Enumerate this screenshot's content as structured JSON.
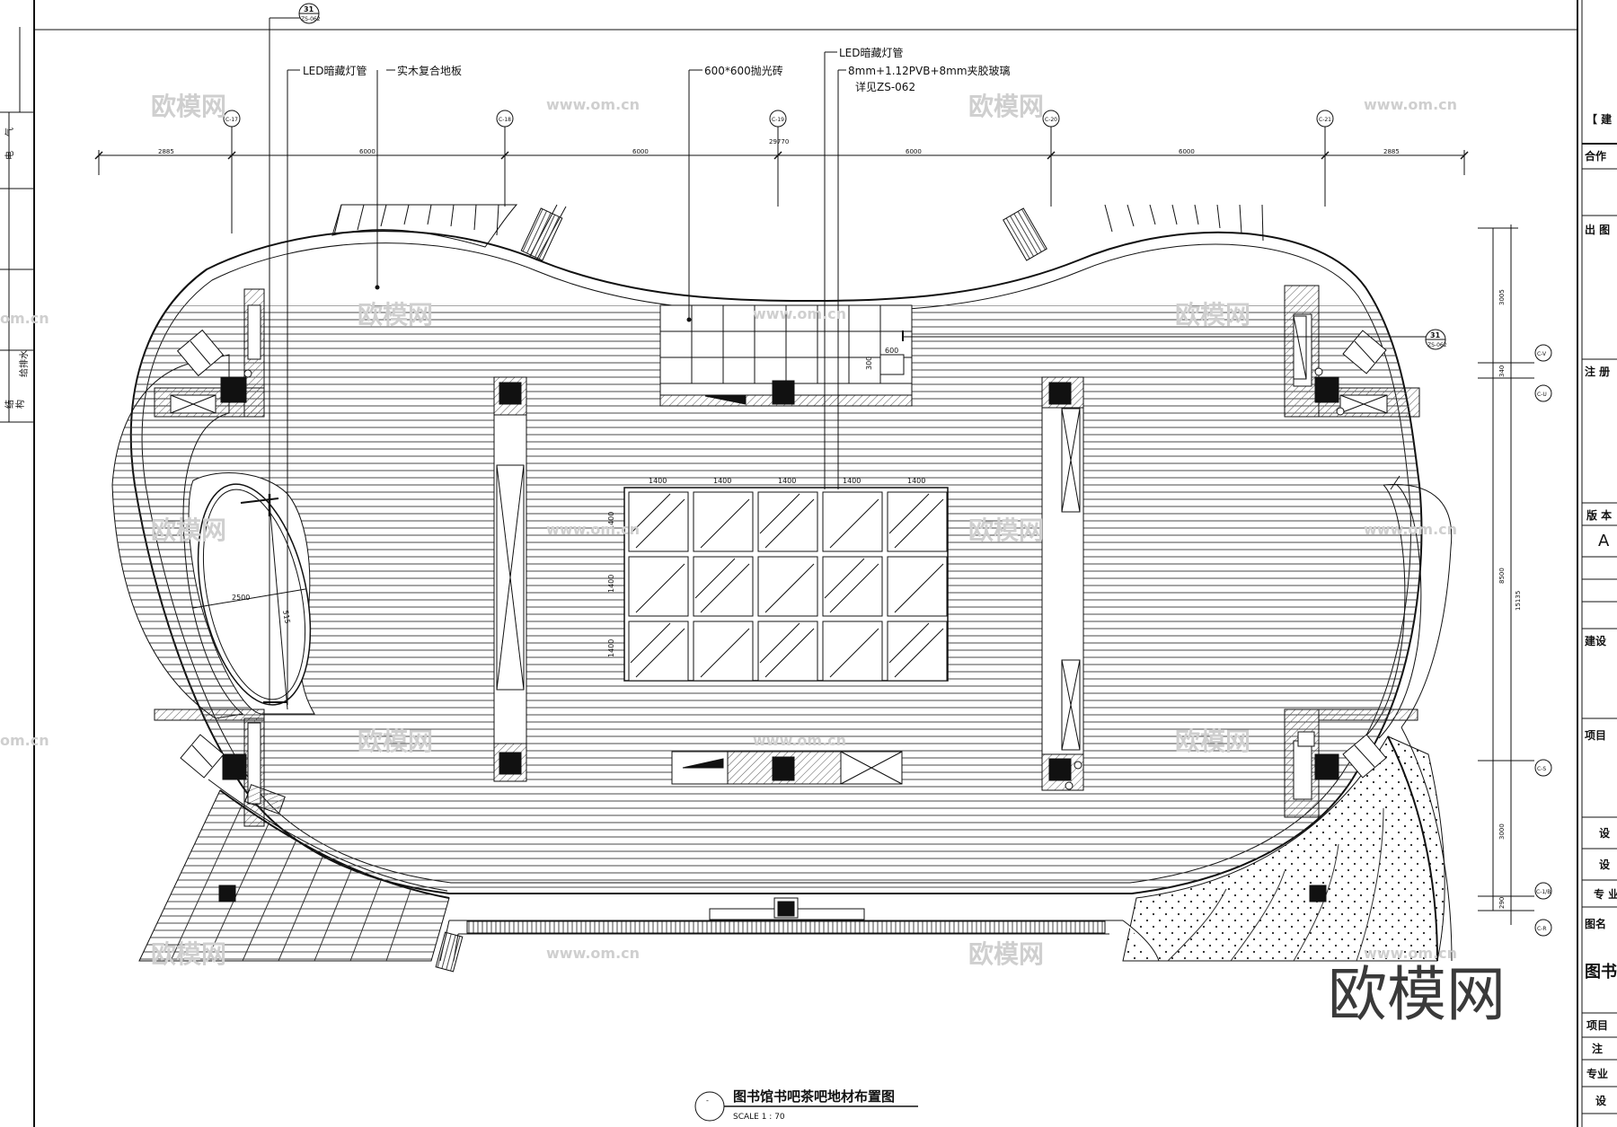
{
  "drawing": {
    "title": "图书馆书吧茶吧地材布置图",
    "scale": "SCALE 1 : 70",
    "title_marker": "-",
    "callouts": {
      "led_left": "LED暗藏灯管",
      "wood_floor": "实木复合地板",
      "tile": "600*600抛光砖",
      "led_right": "LED暗藏灯管",
      "glass": "8mm+1.12PVB+8mm夹胶玻璃",
      "glass_ref": "详见ZS-062"
    },
    "section_marks": [
      {
        "number": "31",
        "sheet": "ZS-062"
      },
      {
        "number": "31",
        "sheet": "ZS-062"
      }
    ],
    "grid_axes_top": [
      "C-17",
      "C-18",
      "C-19",
      "C-20",
      "C-21"
    ],
    "grid_axes_right": [
      "C-V",
      "C-U",
      "C-S",
      "C-1/B",
      "C-R"
    ],
    "dims_top": [
      "2885",
      "6000",
      "6000",
      "6000",
      "6000",
      "2885"
    ],
    "dim_total_top": "29770",
    "dims_right": [
      "3005",
      "340",
      "8500",
      "3000",
      "290"
    ],
    "dim_total_right": "15135",
    "grid_dims_x": [
      "1400",
      "1400",
      "1400",
      "1400",
      "1400"
    ],
    "grid_dims_y": [
      "1400",
      "1400",
      "1400"
    ],
    "small_dims": [
      "600",
      "300"
    ],
    "ellipse_dims": [
      "2500",
      "515"
    ]
  },
  "watermark": {
    "big": "欧模网",
    "small": "欧模网",
    "url": "www.om.cn",
    "edge": "om.cn"
  },
  "left_strip": {
    "labels": [
      "电",
      "气",
      "结",
      "构",
      "给排水"
    ]
  },
  "title_block": {
    "rows": [
      "【 建",
      "合作",
      "出 图",
      "注 册",
      "版 本",
      "A",
      "建设",
      "项目",
      "设",
      "设",
      "专 业",
      "图名",
      "图书",
      "项目",
      "注",
      "专业",
      "设"
    ]
  },
  "colors": {
    "line": "#111111",
    "hatch": "#666666",
    "watermark": "#cfcfcf"
  }
}
